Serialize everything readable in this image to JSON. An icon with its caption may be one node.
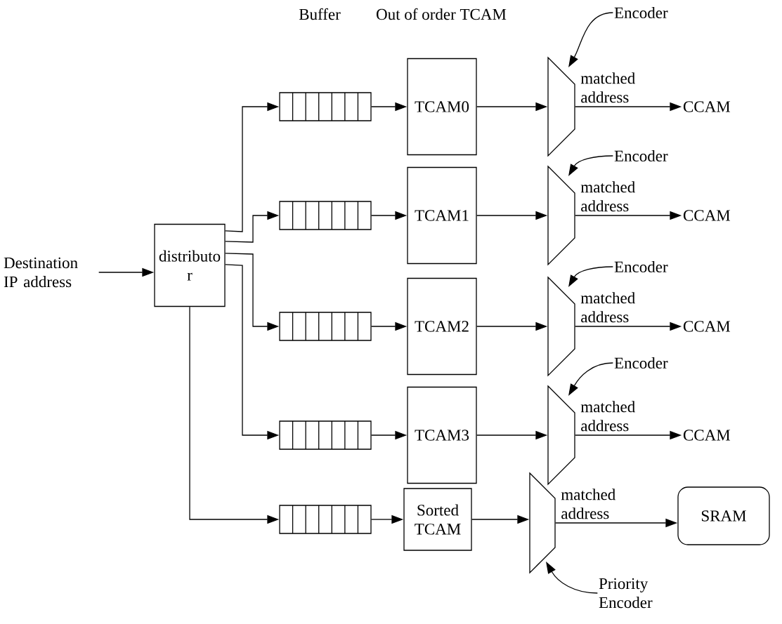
{
  "diagram": {
    "nodes": [
      {
        "text": [
          "Destination IP address"
        ]
      },
      {
        "text": [
          "distributo r"
        ]
      },
      {
        "text": [],
        "shape": "queue"
      },
      {
        "text": [
          "TCAM0"
        ]
      },
      {
        "text": [
          "Encoder"
        ]
      },
      {
        "text": [],
        "shape": "trapezoid"
      },
      {
        "text": [
          "CCAM"
        ]
      },
      {
        "text": [],
        "shape": "queue"
      },
      {
        "text": [
          "TCAM1"
        ]
      },
      {
        "text": [
          "Encoder"
        ]
      },
      {
        "text": [],
        "shape": "trapezoid"
      },
      {
        "text": [
          "CCAM"
        ]
      },
      {
        "text": [],
        "shape": "queue"
      },
      {
        "text": [
          "TCAM2"
        ]
      },
      {
        "text": [
          "Encoder"
        ]
      },
      {
        "text": [],
        "shape": "trapezoid"
      },
      {
        "text": [
          "CCAM"
        ]
      },
      {
        "text": [],
        "shape": "queue"
      },
      {
        "text": [
          "TCAM3"
        ]
      },
      {
        "text": [
          "Encoder"
        ]
      },
      {
        "text": [],
        "shape": "trapezoid"
      },
      {
        "text": [
          "CCAM"
        ]
      },
      {
        "text": [],
        "shape": "queue"
      },
      {
        "text": [
          "Sorted TCAM"
        ]
      },
      {
        "text": [],
        "shape": "trapezoid"
      },
      {
        "text": [
          "SRAM"
        ]
      },
      {
        "text": [
          "Priority Encoder"
        ]
      }
    ],
    "edges": [
      {
        "from": 0,
        "to": 1,
        "arrow": "to"
      },
      {
        "from": 1,
        "to": 2,
        "arrow": "to"
      },
      {
        "from": 1,
        "to": 7,
        "arrow": "to"
      },
      {
        "from": 1,
        "to": 12,
        "arrow": "to"
      },
      {
        "from": 1,
        "to": 17,
        "arrow": "to"
      },
      {
        "from": 1,
        "to": 22,
        "arrow": "to"
      },
      {
        "from": 2,
        "to": 3,
        "arrow": "to"
      },
      {
        "from": 3,
        "to": 5,
        "arrow": "to"
      },
      {
        "from": 4,
        "to": 5,
        "arrow": "to"
      },
      {
        "from": 5,
        "to": 6,
        "arrow": "to",
        "label": "matched address"
      },
      {
        "from": 7,
        "to": 8,
        "arrow": "to"
      },
      {
        "from": 8,
        "to": 10,
        "arrow": "to"
      },
      {
        "from": 9,
        "to": 10,
        "arrow": "to"
      },
      {
        "from": 10,
        "to": 11,
        "arrow": "to",
        "label": "matched address"
      },
      {
        "from": 12,
        "to": 13,
        "arrow": "to"
      },
      {
        "from": 13,
        "to": 15,
        "arrow": "to"
      },
      {
        "from": 14,
        "to": 15,
        "arrow": "to"
      },
      {
        "from": 15,
        "to": 16,
        "arrow": "to",
        "label": "matched address"
      },
      {
        "from": 17,
        "to": 18,
        "arrow": "to"
      },
      {
        "from": 18,
        "to": 20,
        "arrow": "to"
      },
      {
        "from": 19,
        "to": 20,
        "arrow": "to"
      },
      {
        "from": 20,
        "to": 21,
        "arrow": "to",
        "label": "matched address"
      },
      {
        "from": 22,
        "to": 23,
        "arrow": "to"
      },
      {
        "from": 23,
        "to": 24,
        "arrow": "to"
      },
      {
        "from": 24,
        "to": 25,
        "arrow": "to",
        "label": "matched address"
      },
      {
        "from": 26,
        "to": 24,
        "arrow": "to"
      }
    ],
    "labels": [
      "Buffer",
      "Out of order TCAM"
    ]
  }
}
